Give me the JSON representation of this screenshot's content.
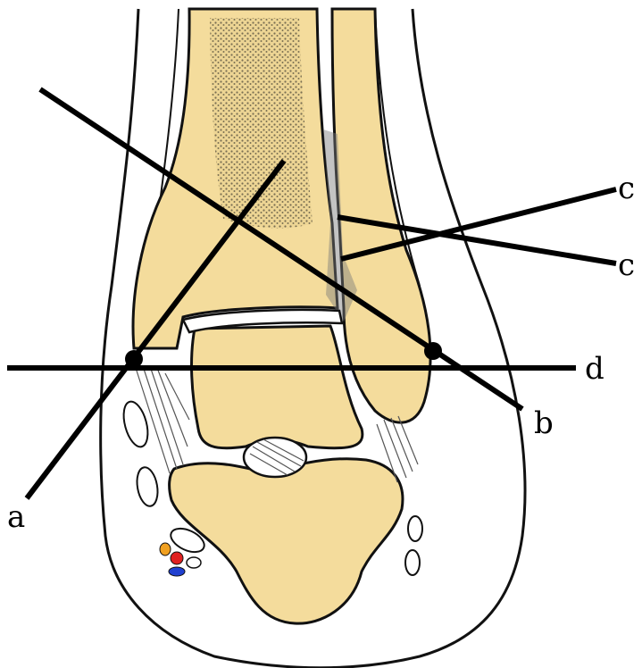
{
  "labels": {
    "a": "a",
    "b": "b",
    "c_upper": "c",
    "c_lower": "c",
    "d": "d"
  },
  "colors": {
    "bone": "#f4dc9c",
    "outline": "#111111",
    "line": "#000000",
    "vessel_red": "#e02020",
    "vessel_blue": "#2040d0",
    "vessel_orange": "#f0a020"
  }
}
